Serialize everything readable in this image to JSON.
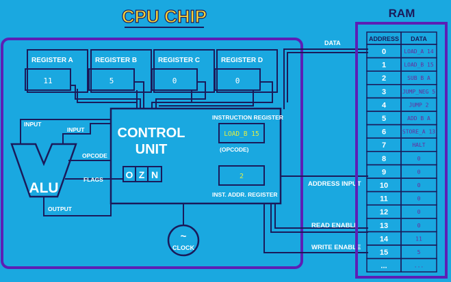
{
  "title": "CPU CHIP",
  "ram_title": "RAM",
  "registers": [
    {
      "label": "REGISTER A",
      "value": "11"
    },
    {
      "label": "REGISTER B",
      "value": "5"
    },
    {
      "label": "REGISTER C",
      "value": "0"
    },
    {
      "label": "REGISTER D",
      "value": "0"
    }
  ],
  "control_unit": {
    "line1": "CONTROL",
    "line2": "UNIT"
  },
  "instruction_register": {
    "label": "INSTRUCTION REGISTER",
    "value": "LOAD_B 15",
    "sublabel": "(OPCODE)"
  },
  "inst_addr_register": {
    "label": "INST. ADDR. REGISTER",
    "value": "2"
  },
  "flags": [
    "O",
    "Z",
    "N"
  ],
  "alu": {
    "label": "ALU",
    "input1": "INPUT",
    "input2": "INPUT",
    "opcode": "OPCODE",
    "flags": "FLAGS",
    "output": "OUTPUT"
  },
  "clock": {
    "symbol": "~",
    "label": "CLOCK"
  },
  "bus_labels": {
    "data": "DATA",
    "address_input": "ADDRESS INPUT",
    "read_enable": "READ ENABLE",
    "write_enable": "WRITE ENABLE"
  },
  "ram": {
    "headers": [
      "ADDRESS",
      "DATA"
    ],
    "rows": [
      {
        "address": "0",
        "data": "LOAD_A 14"
      },
      {
        "address": "1",
        "data": "LOAD_B 15"
      },
      {
        "address": "2",
        "data": "SUB B A"
      },
      {
        "address": "3",
        "data": "JUMP_NEG 5"
      },
      {
        "address": "4",
        "data": "JUMP 2"
      },
      {
        "address": "5",
        "data": "ADD B A"
      },
      {
        "address": "6",
        "data": "STORE_A 13"
      },
      {
        "address": "7",
        "data": "HALT"
      },
      {
        "address": "8",
        "data": "0"
      },
      {
        "address": "9",
        "data": "0"
      },
      {
        "address": "10",
        "data": "0"
      },
      {
        "address": "11",
        "data": "0"
      },
      {
        "address": "12",
        "data": "0"
      },
      {
        "address": "13",
        "data": "0"
      },
      {
        "address": "14",
        "data": "11"
      },
      {
        "address": "15",
        "data": "5"
      },
      {
        "address": "...",
        "data": "..."
      }
    ]
  },
  "colors": {
    "background": "#1aa8e0",
    "chip_border": "#5c1fb5",
    "line": "#1a1a5a",
    "title_yellow": "#f4d23a",
    "ir_text": "#e6f040",
    "ram_text": "#6a2a9a"
  }
}
